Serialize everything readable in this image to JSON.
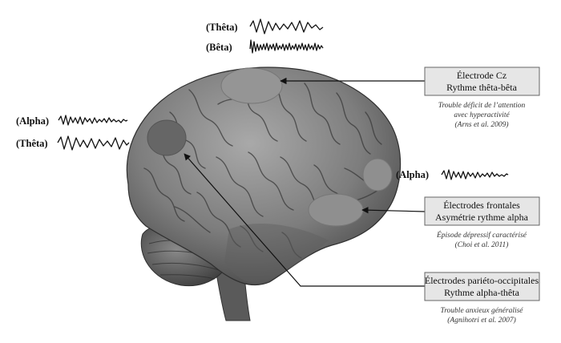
{
  "waves": {
    "top_theta": "(Thêta)",
    "top_beta": "(Bêta)",
    "left_alpha": "(Alpha)",
    "left_theta": "(Thêta)",
    "right_alpha": "(Alpha)"
  },
  "boxes": {
    "cz": {
      "line1": "Électrode Cz",
      "line2": "Rythme thêta-bêta",
      "cite1": "Trouble déficit de l’attention",
      "cite2": "avec hyperactivité",
      "cite3": "(Arns et al. 2009)"
    },
    "frontal": {
      "line1": "Électrodes frontales",
      "line2": "Asymétrie rythme alpha",
      "cite1": "Épisode dépressif caractérisé",
      "cite2": "(Choi et al. 2011)"
    },
    "parietal": {
      "line1": "Électrodes pariéto-occipitales",
      "line2": "Rythme alpha-thêta",
      "cite1": "Trouble anxieux généralisé",
      "cite2": "(Agnihotri et al. 2007)"
    }
  },
  "colors": {
    "brain": "#7d7d7d",
    "brain_dark": "#4a4a4a",
    "electrode": "#8f8f8f",
    "box_fill": "#e6e6e6",
    "box_stroke": "#666666"
  }
}
